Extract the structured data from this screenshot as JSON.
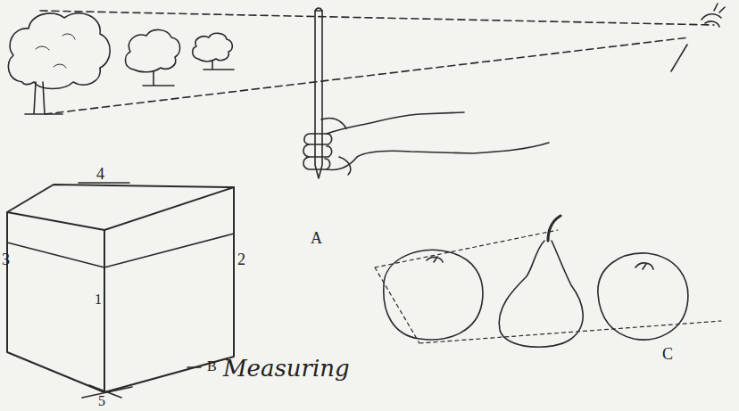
{
  "diagram": {
    "title": "Measuring",
    "labels": [
      "A",
      "4",
      "3",
      "2",
      "1",
      "5",
      "B",
      "C"
    ]
  }
}
